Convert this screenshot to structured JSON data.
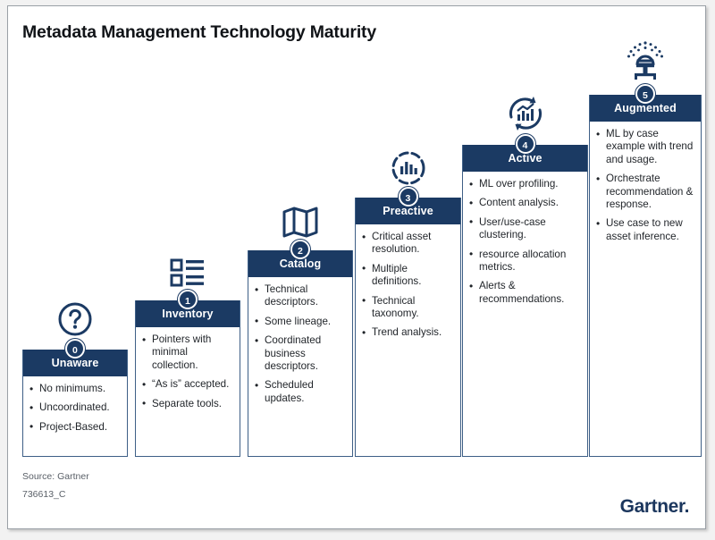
{
  "title": "Metadata Management Technology Maturity",
  "footer": {
    "source": "Source: Gartner",
    "doc_id": "736613_C",
    "logo": "Gartner",
    "logo_dot": "."
  },
  "colors": {
    "header_navy": "#1b3a63",
    "border_blue": "#3e5f86",
    "icon_navy": "#1b3a63",
    "logo_navy": "#1b365d",
    "body_text": "#1f2328",
    "muted_text": "#5a6068",
    "page_background": "#ffffff"
  },
  "steps": [
    {
      "number": "0",
      "label": "Unaware",
      "icon": "question-mark-circle-icon",
      "items": [
        "No minimums.",
        "Uncoordinated.",
        "Project-Based."
      ]
    },
    {
      "number": "1",
      "label": "Inventory",
      "icon": "checklist-icon",
      "items": [
        "Pointers with minimal collection.",
        "“As is” accepted.",
        "Separate tools."
      ]
    },
    {
      "number": "2",
      "label": "Catalog",
      "icon": "folded-map-icon",
      "items": [
        "Technical descriptors.",
        "Some lineage.",
        "Coordinated business descriptors.",
        "Scheduled updates."
      ]
    },
    {
      "number": "3",
      "label": "Preactive",
      "icon": "dashed-circle-bar-chart-icon",
      "items": [
        "Critical asset resolution.",
        "Multiple definitions.",
        "Technical taxonomy.",
        "Trend analysis."
      ]
    },
    {
      "number": "4",
      "label": "Active",
      "icon": "refresh-cycle-chart-icon",
      "items": [
        "ML over profiling.",
        "Content analysis.",
        "User/use-case clustering.",
        "resource allocation metrics.",
        "Alerts & recommendations."
      ]
    },
    {
      "number": "5",
      "label": "Augmented",
      "icon": "idea-lightbulb-rays-icon",
      "items": [
        "ML by case example with trend and usage.",
        "Orchestrate recommendation & response.",
        "Use case to new asset inference."
      ]
    }
  ]
}
